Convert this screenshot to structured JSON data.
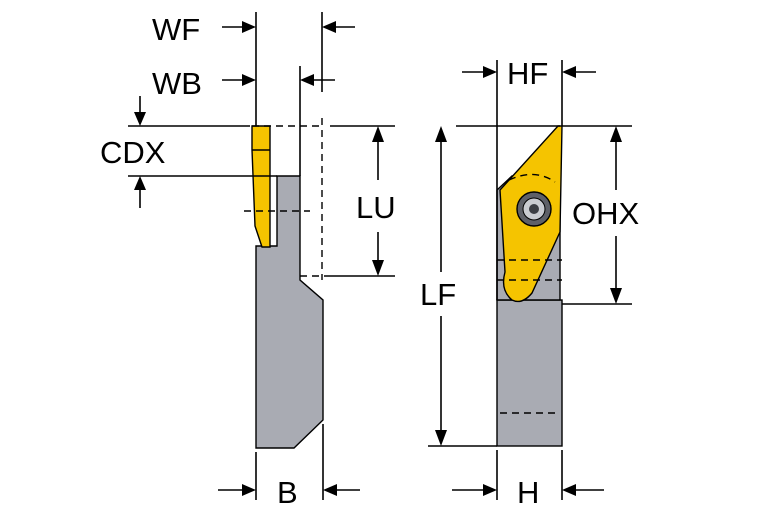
{
  "colors": {
    "holder_body": "#a9abb3",
    "insert": "#f5c400",
    "lines": "#000000"
  },
  "labels": {
    "wf": "WF",
    "wb": "WB",
    "cdx": "CDX",
    "lu": "LU",
    "b": "B",
    "hf": "HF",
    "ohx": "OHX",
    "lf": "LF",
    "h": "H"
  }
}
